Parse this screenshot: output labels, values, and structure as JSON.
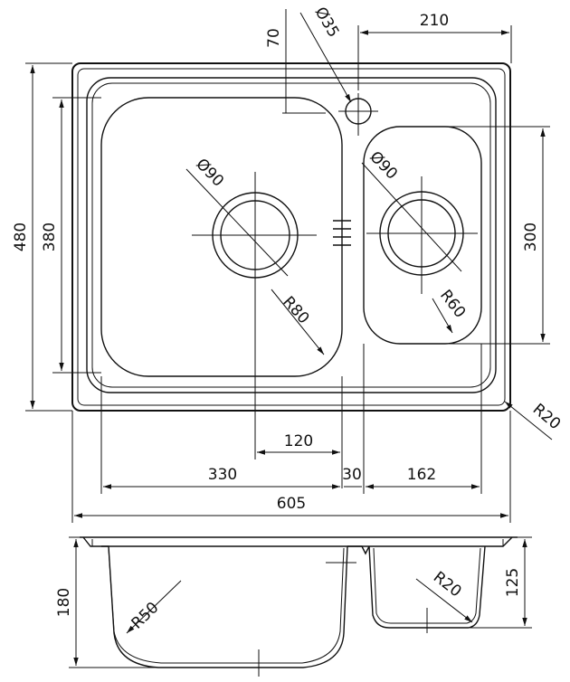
{
  "top_view": {
    "dimensions": {
      "height_outer": "480",
      "height_basin": "380",
      "tap_hole_offset": "70",
      "tap_hole_diameter": "Ø35",
      "small_bowl_center_offset": "210",
      "small_bowl_height": "300",
      "large_drain_diameter": "Ø90",
      "small_drain_diameter": "Ø90",
      "large_bowl_radius": "R80",
      "small_bowl_radius": "R60",
      "corner_radius": "R20",
      "large_drain_offset": "120",
      "large_bowl_width": "330",
      "divider_width": "30",
      "small_bowl_width": "162",
      "overall_width": "605"
    }
  },
  "side_view": {
    "dimensions": {
      "large_bowl_depth": "180",
      "small_bowl_depth": "125",
      "large_bowl_radius": "R50",
      "small_bowl_radius": "R20"
    }
  }
}
